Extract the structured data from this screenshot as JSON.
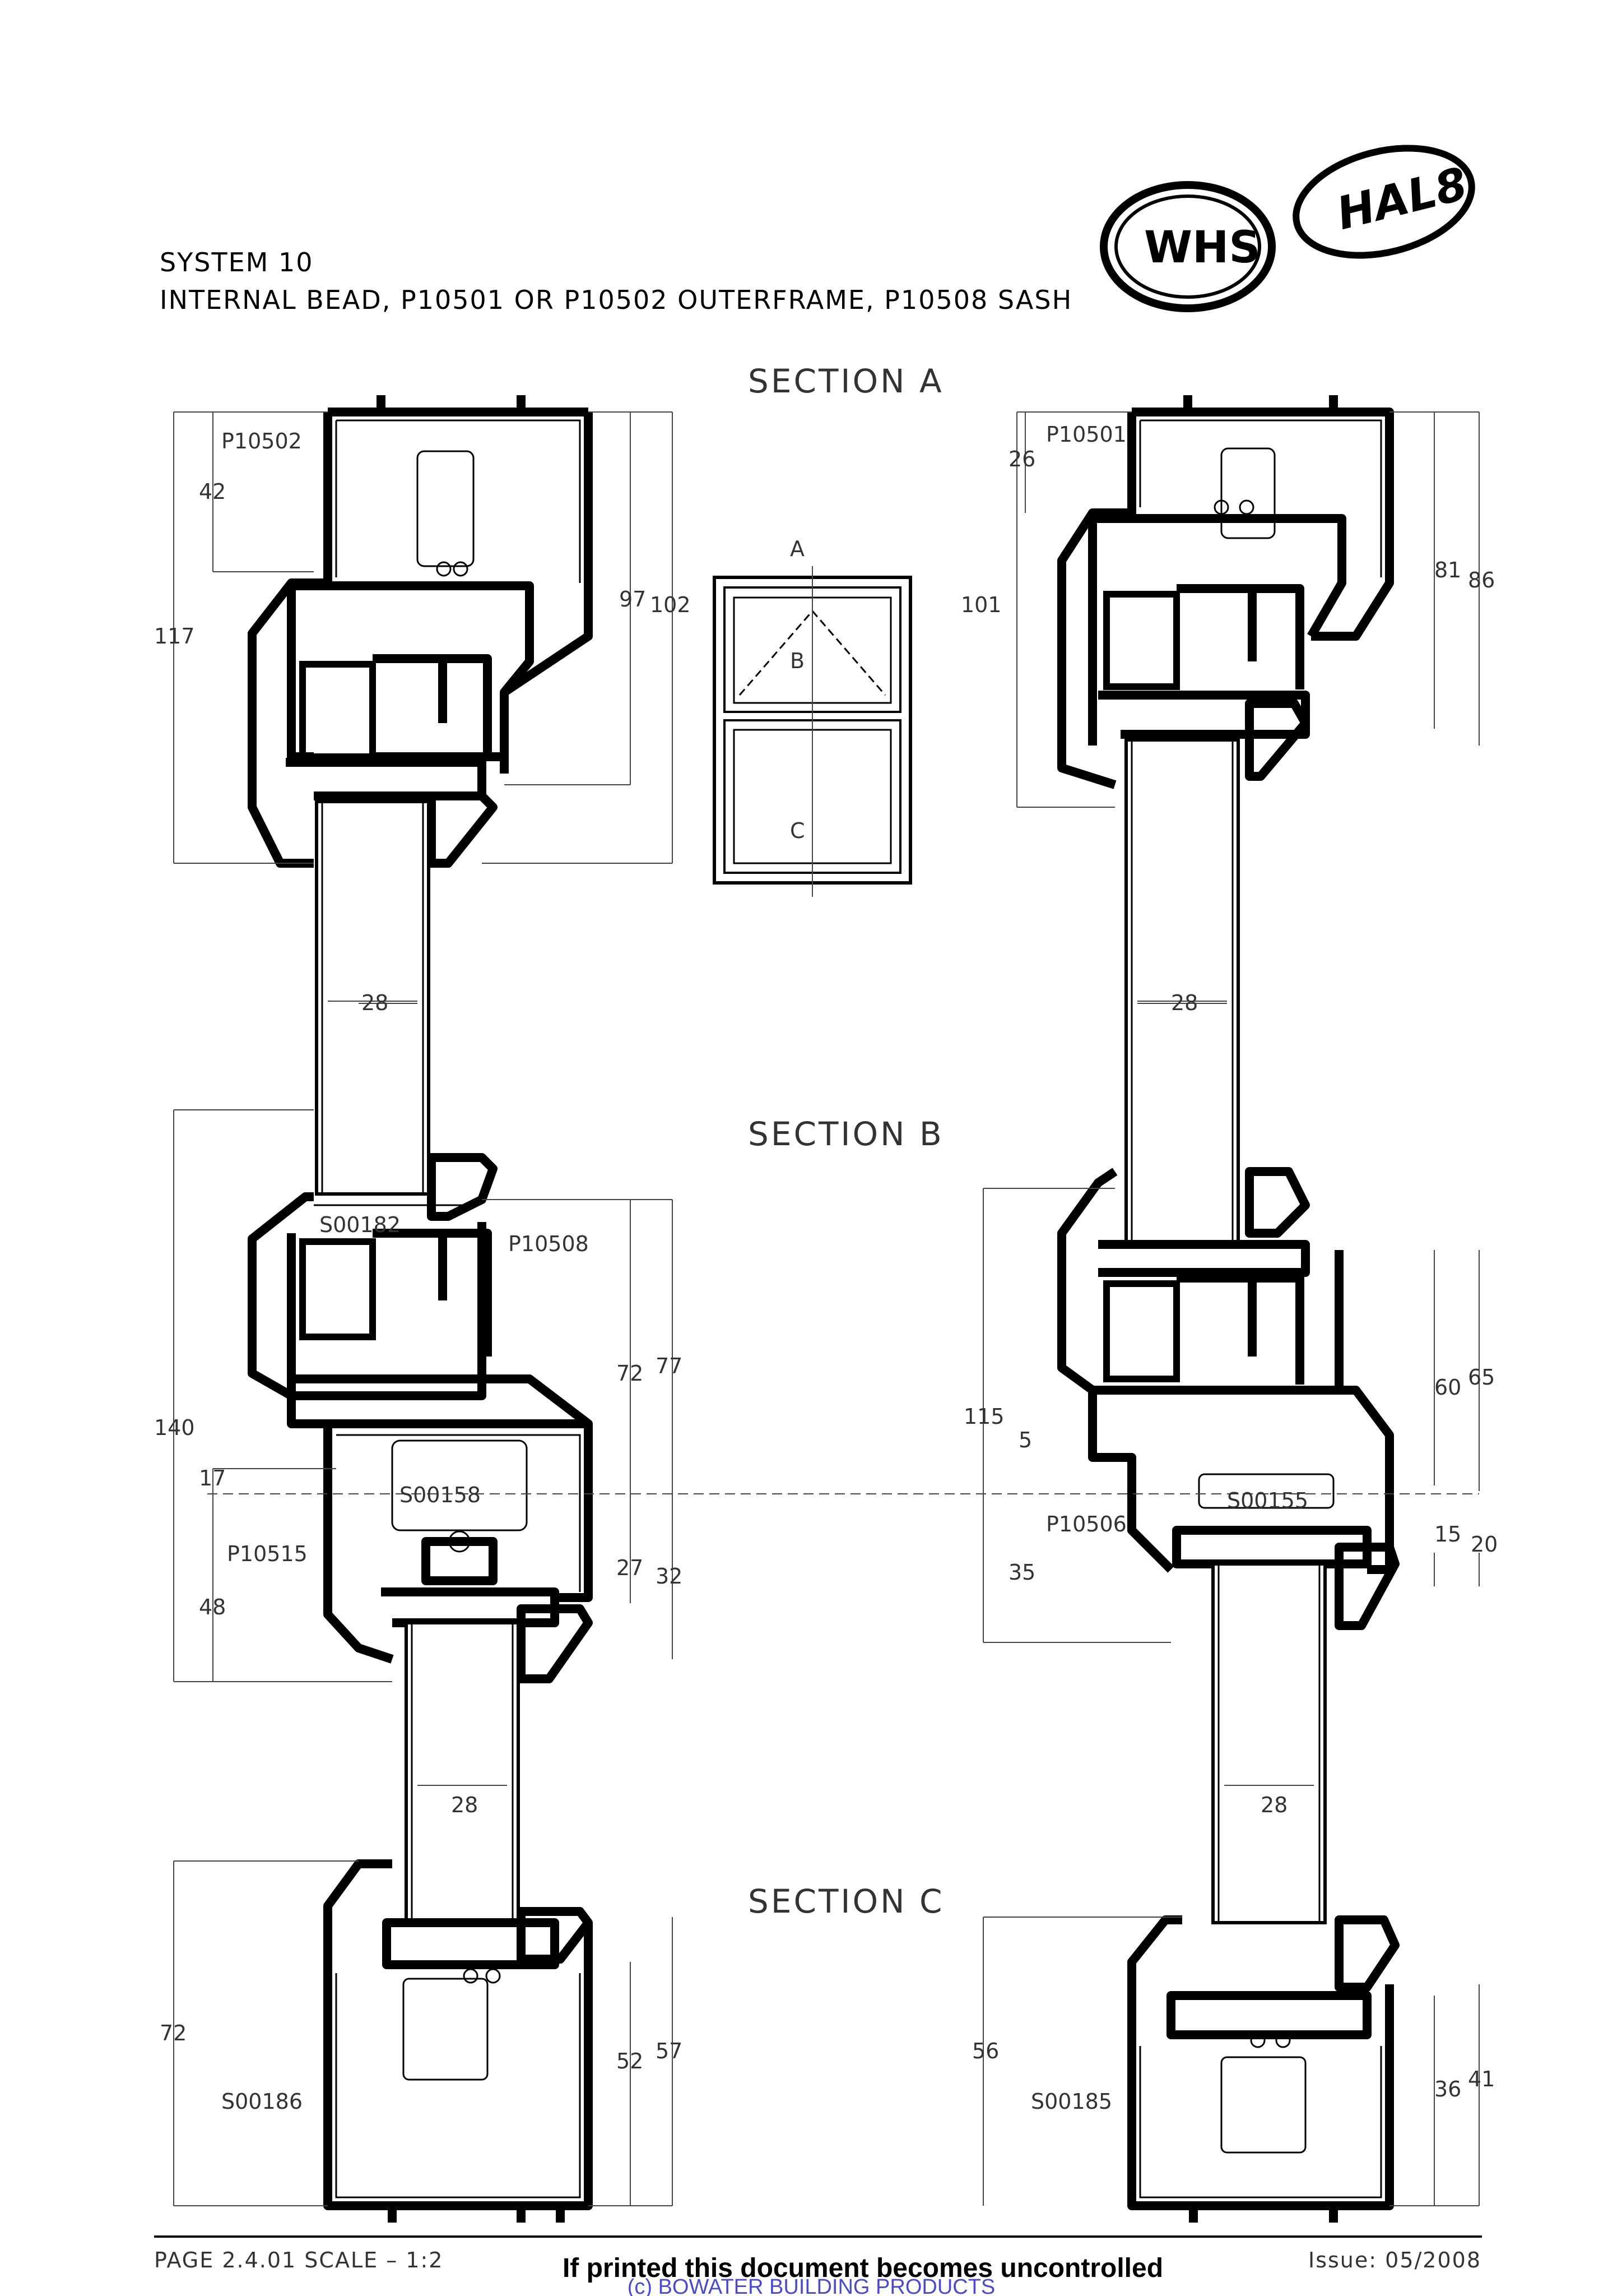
{
  "header": {
    "line1": "SYSTEM 10",
    "line2": "INTERNAL BEAD, P10501 OR P10502 OUTERFRAME, P10508 SASH"
  },
  "logo": {
    "left": "WHS",
    "right": "HAL8"
  },
  "sections": {
    "a": "SECTION A",
    "b": "SECTION B",
    "c": "SECTION C"
  },
  "elevation": {
    "a": "A",
    "b": "B",
    "c": "C"
  },
  "left_column": {
    "parts": [
      "P10502",
      "S00182",
      "P10508",
      "S00158",
      "P10515",
      "S00186"
    ],
    "dims": [
      "42",
      "117",
      "97",
      "102",
      "28",
      "140",
      "17",
      "48",
      "72",
      "77",
      "27",
      "32",
      "28",
      "72",
      "52",
      "57"
    ]
  },
  "right_column": {
    "parts": [
      "P10501",
      "P10506",
      "S00155",
      "S00185"
    ],
    "dims": [
      "26",
      "101",
      "81",
      "86",
      "28",
      "115",
      "5",
      "35",
      "60",
      "65",
      "15",
      "20",
      "28",
      "56",
      "36",
      "41"
    ]
  },
  "footer": {
    "page": "PAGE 2.4.01 SCALE – 1:2",
    "issue": "Issue: 05/2008",
    "warning": "If printed this document becomes uncontrolled",
    "copyright": "(c) BOWATER BUILDING PRODUCTS"
  }
}
